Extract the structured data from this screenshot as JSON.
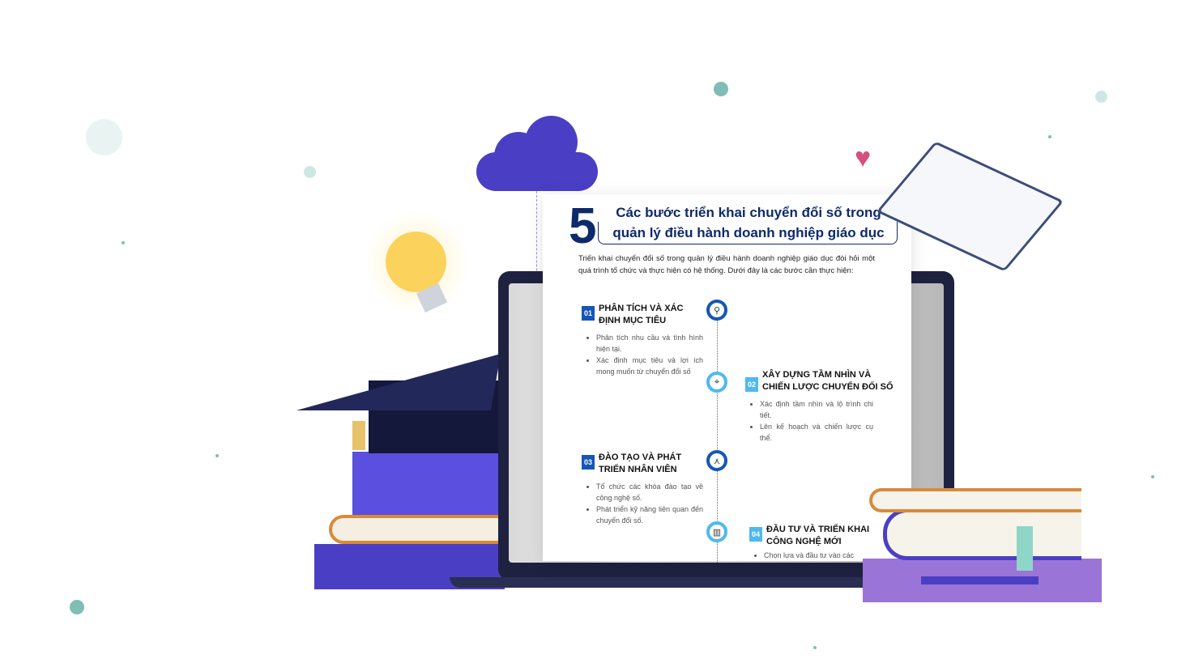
{
  "document": {
    "step_count": "5",
    "title_line1": "Các bước triển khai chuyển đổi số trong",
    "title_line2": "quản lý điều hành doanh nghiệp giáo dục",
    "intro": "Triển khai chuyển đổi số trong quản lý điều hành doanh nghiệp giáo dục đòi hỏi một quá trình tổ chức và thực hiện có hệ thống. Dưới đây là các bước cần thực hiện:",
    "steps": [
      {
        "num": "01",
        "title": "PHÂN TÍCH VÀ XÁC ĐỊNH MỤC TIÊU",
        "bullets": [
          "Phân tích nhu cầu và tình hình hiện tại.",
          "Xác định mục tiêu và lợi ích mong muốn từ chuyển đổi số"
        ],
        "icon": "map-pin-icon"
      },
      {
        "num": "02",
        "title": "XÂY DỰNG TẦM NHÌN VÀ CHIẾN LƯỢC CHUYỂN ĐỔI SỐ",
        "bullets": [
          "Xác định tầm nhìn và lộ trình chi tiết.",
          "Lên kế hoạch và chiến lược cụ thể."
        ],
        "icon": "target-icon"
      },
      {
        "num": "03",
        "title": "ĐÀO TẠO VÀ PHÁT TRIỂN NHÂN VIÊN",
        "bullets": [
          "Tổ chức các khóa đào tạo về công nghệ số.",
          "Phát triển kỹ năng liên quan đến chuyển đổi số."
        ],
        "icon": "network-icon"
      },
      {
        "num": "04",
        "title": "ĐẦU TƯ VÀ TRIỂN KHAI CÔNG NGHỆ MỚI",
        "bullets": [
          "Chọn lựa và đầu tư vào các"
        ],
        "icon": "chart-icon"
      }
    ]
  },
  "colors": {
    "navy": "#0e2a6b",
    "blue_dark": "#1556b8",
    "blue_light": "#4fb8f0",
    "purple": "#5b4fe0",
    "cloud": "#4a3fc4"
  }
}
